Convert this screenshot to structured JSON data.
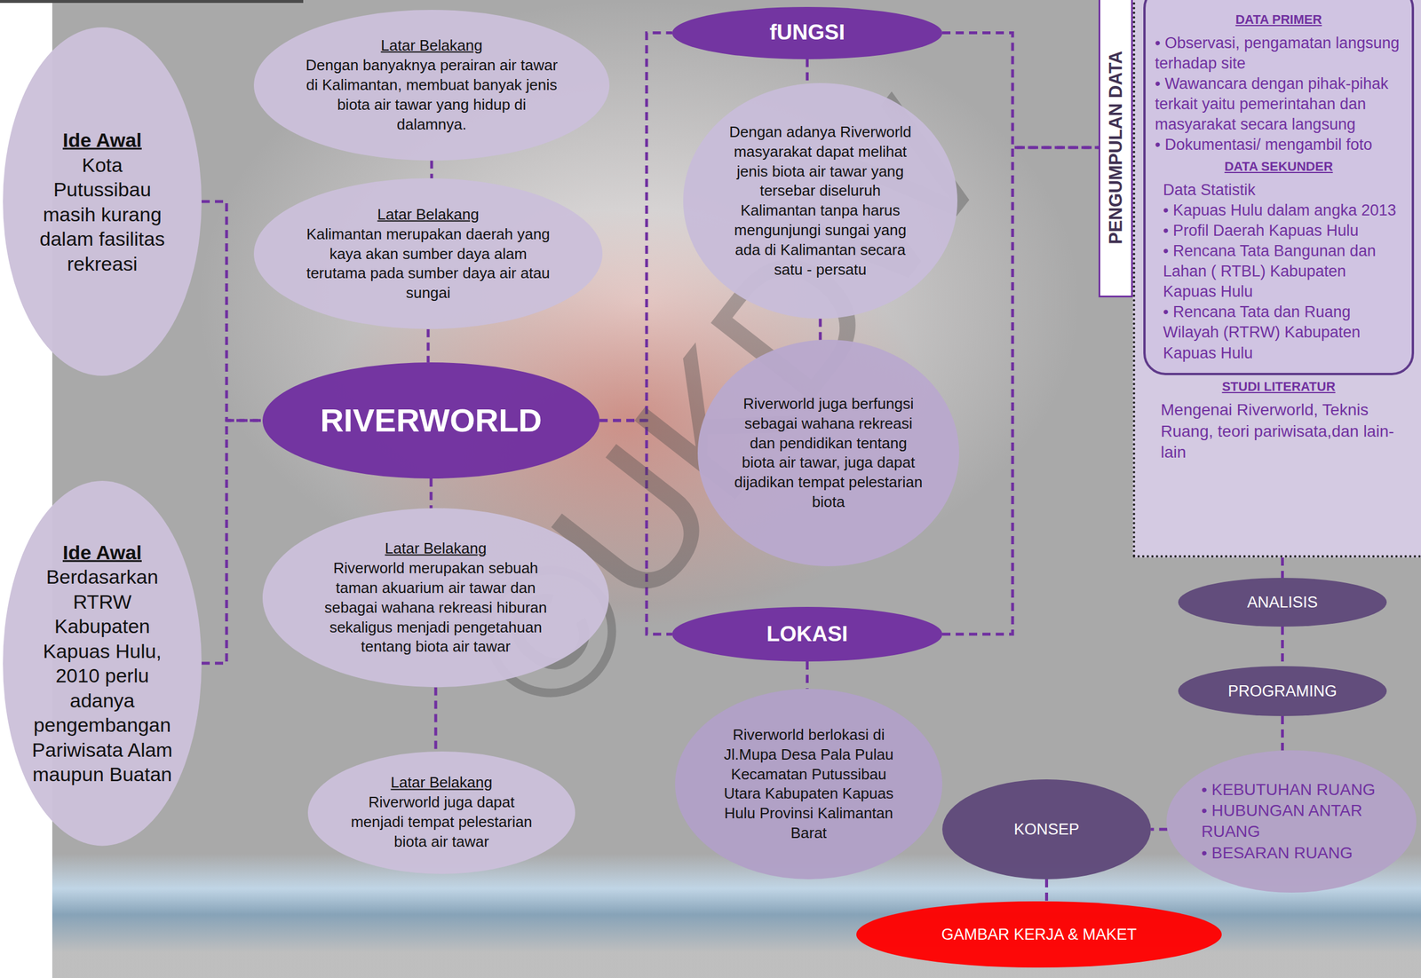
{
  "diagram": {
    "nodes": [
      {
        "text": [
          "Ide Awal",
          "Kota Putussibau masih kurang dalam fasilitas rekreasi"
        ]
      },
      {
        "text": [
          "Ide Awal",
          "Berdasarkan RTRW Kabupaten Kapuas Hulu, 2010 perlu adanya pengembangan Pariwisata Alam maupun Buatan"
        ]
      },
      {
        "text": [
          "Latar Belakang",
          "Dengan banyaknya perairan air tawar di Kalimantan, membuat banyak jenis biota air tawar yang hidup di dalamnya."
        ]
      },
      {
        "text": [
          "Latar Belakang",
          "Kalimantan merupakan daerah yang kaya akan sumber daya alam terutama pada sumber daya air atau sungai"
        ]
      },
      {
        "text": [
          "RIVERWORLD"
        ]
      },
      {
        "text": [
          "Latar Belakang",
          "Riverworld merupakan sebuah taman akuarium air tawar dan sebagai wahana rekreasi hiburan sekaligus menjadi pengetahuan tentang biota air tawar"
        ]
      },
      {
        "text": [
          "Latar Belakang",
          "Riverworld juga dapat menjadi tempat pelestarian biota air tawar"
        ]
      },
      {
        "text": [
          "fUNGSI"
        ]
      },
      {
        "text": [
          "Dengan adanya Riverworld masyarakat dapat melihat jenis biota air tawar yang tersebar diseluruh Kalimantan tanpa harus mengunjungi sungai yang ada di Kalimantan secara satu - persatu"
        ]
      },
      {
        "text": [
          "Riverworld juga berfungsi sebagai wahana rekreasi dan pendidikan tentang biota air tawar, juga dapat dijadikan tempat pelestarian biota"
        ]
      },
      {
        "text": [
          "LOKASI"
        ]
      },
      {
        "text": [
          "Riverworld berlokasi di Jl.Mupa Desa Pala Pulau Kecamatan Putussibau Utara Kabupaten Kapuas Hulu Provinsi Kalimantan Barat"
        ]
      },
      {
        "text": [
          "PENGUMPULAN DATA"
        ]
      },
      {
        "text": [
          "STUDI LITERATUR",
          "Mengenai Riverworld, Teknis Ruang, teori pariwisata,dan lain-lain"
        ]
      },
      {
        "text": [
          "DATA PRIMER",
          "• Observasi, pengamatan langsung terhadap site",
          "• Wawancara dengan pihak-pihak terkait yaitu pemerintahan dan masyarakat secara langsung",
          "• Dokumentasi/ mengambil foto",
          "DATA SEKUNDER",
          "Data Statistik",
          "• Kapuas Hulu dalam angka 2013",
          "• Profil Daerah Kapuas Hulu",
          "• Rencana Tata Bangunan dan Lahan ( RTBL) Kabupaten Kapuas Hulu",
          "• Rencana Tata dan Ruang Wilayah (RTRW) Kabupaten Kapuas Hulu"
        ],
        "in": 13
      },
      {
        "text": [
          "ANALISIS"
        ]
      },
      {
        "text": [
          "PROGRAMING"
        ]
      },
      {
        "text": [
          "• KEBUTUHAN RUANG",
          "• HUBUNGAN ANTAR RUANG",
          "• BESARAN RUANG"
        ]
      },
      {
        "text": [
          "KONSEP"
        ]
      },
      {
        "text": [
          "GAMBAR KERJA & MAKET"
        ]
      }
    ],
    "edges": [
      {
        "from": 0,
        "to": 4,
        "arrow": "none"
      },
      {
        "from": 1,
        "to": 4,
        "arrow": "none"
      },
      {
        "from": 2,
        "to": 3,
        "arrow": "none"
      },
      {
        "from": 3,
        "to": 4,
        "arrow": "none"
      },
      {
        "from": 4,
        "to": 5,
        "arrow": "none"
      },
      {
        "from": 5,
        "to": 6,
        "arrow": "none"
      },
      {
        "from": 4,
        "to": 7,
        "arrow": "none"
      },
      {
        "from": 4,
        "to": 10,
        "arrow": "none"
      },
      {
        "from": 7,
        "to": 8,
        "arrow": "none"
      },
      {
        "from": 8,
        "to": 9,
        "arrow": "none"
      },
      {
        "from": 10,
        "to": 11,
        "arrow": "none"
      },
      {
        "from": 7,
        "to": 12,
        "arrow": "none"
      },
      {
        "from": 10,
        "to": 12,
        "arrow": "none"
      },
      {
        "from": 13,
        "to": 15,
        "arrow": "none"
      },
      {
        "from": 15,
        "to": 16,
        "arrow": "none"
      },
      {
        "from": 16,
        "to": 17,
        "arrow": "none"
      },
      {
        "from": 17,
        "to": 18,
        "arrow": "none"
      },
      {
        "from": 18,
        "to": 19,
        "arrow": "none"
      }
    ],
    "labels": [
      "©UKDW"
    ]
  }
}
